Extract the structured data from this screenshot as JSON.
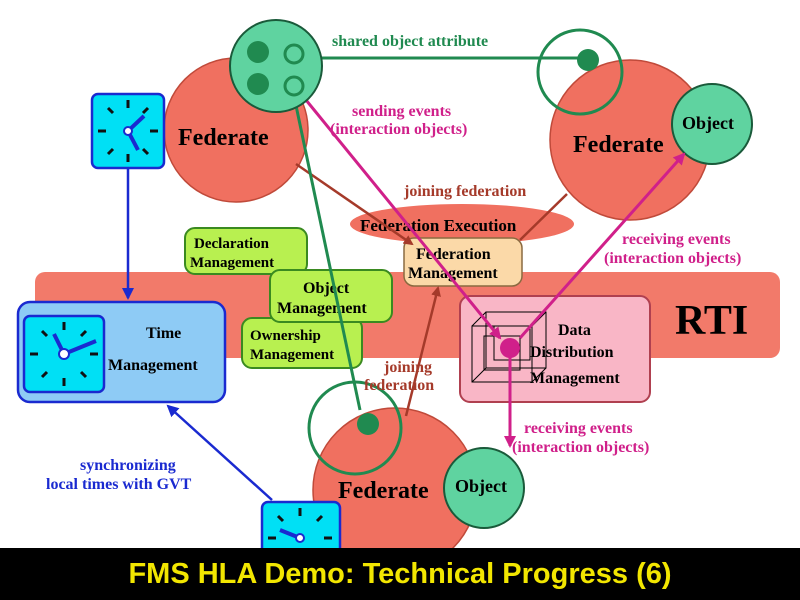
{
  "footer": {
    "title": "FMS HLA Demo: Technical Progress (6)"
  },
  "rti": {
    "label": "RTI"
  },
  "federates": {
    "top_left": {
      "label": "Federate"
    },
    "top_right": {
      "label": "Federate",
      "object_label": "Object"
    },
    "bottom": {
      "label": "Federate",
      "object_label": "Object"
    }
  },
  "components": {
    "federation_execution": "Federation Execution",
    "federation_management": {
      "line1": "Federation",
      "line2": "Management"
    },
    "declaration_management": {
      "line1": "Declaration",
      "line2": "Management"
    },
    "object_management": {
      "line1": "Object",
      "line2": "Management"
    },
    "ownership_management": {
      "line1": "Ownership",
      "line2": "Management"
    },
    "time_management": {
      "line1": "Time",
      "line2": "Management"
    },
    "data_distribution_management": {
      "line1": "Data",
      "line2": "Distribution",
      "line3": "Management"
    }
  },
  "annotations": {
    "shared_object_attribute": "shared object attribute",
    "sending_events": {
      "line1": "sending events",
      "line2": "(interaction objects)"
    },
    "joining_federation_top": "joining federation",
    "receiving_events_right": {
      "line1": "receiving events",
      "line2": "(interaction objects)"
    },
    "joining_federation_mid": {
      "line1": "joining",
      "line2": "federation"
    },
    "receiving_events_bottom": {
      "line1": "receiving events",
      "line2": "(interaction objects)"
    },
    "synchronizing": {
      "line1": "synchronizing",
      "line2": "local times with GVT"
    }
  },
  "colors": {
    "federate": "#f07060",
    "rti_band": "#f27a6a",
    "management_box": "#b8f050",
    "federation_mgmt": "#fbd9a8",
    "time_mgmt": "#8ecbf5",
    "ddm": "#f9b6c6",
    "clock": "#00e0f5",
    "object": "#5fd3a0",
    "green_arrow": "#208a50",
    "magenta_arrow": "#d0208a",
    "brown_arrow": "#a53a2a",
    "blue_arrow": "#1a2ad0",
    "footer_text": "#f2e600"
  }
}
